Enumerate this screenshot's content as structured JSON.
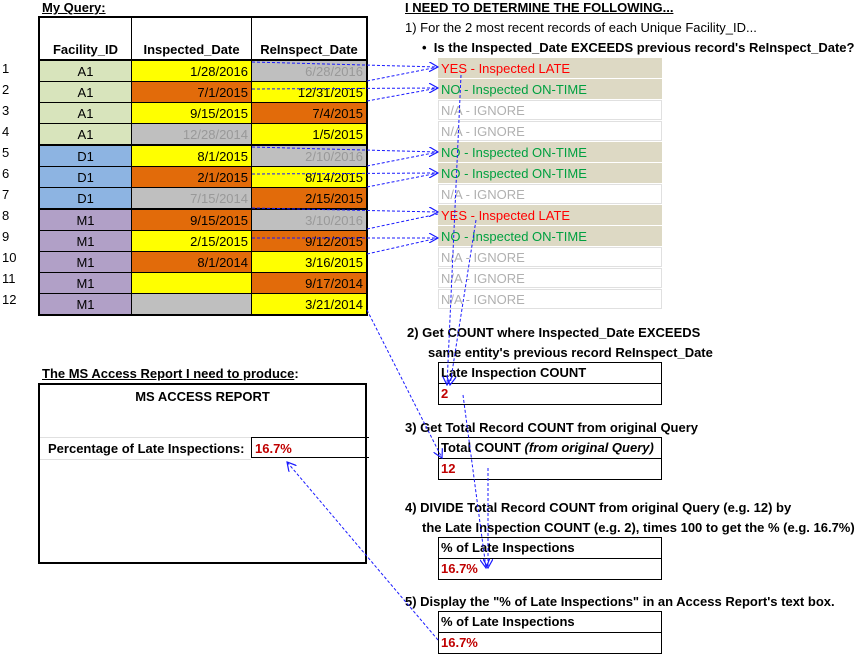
{
  "query": {
    "title": "My Query:",
    "headers": [
      "Facility_ID",
      "Inspected_Date",
      "ReInspect_Date"
    ],
    "rows": [
      {
        "num": "1",
        "fid": "A1",
        "group": "a",
        "insp": "1/28/2016",
        "insp_bg": "yellow",
        "reinsp": "6/28/2016",
        "reinsp_bg": "gray"
      },
      {
        "num": "2",
        "fid": "A1",
        "group": "a",
        "insp": "7/1/2015",
        "insp_bg": "orange",
        "reinsp": "12/31/2015",
        "reinsp_bg": "yellow"
      },
      {
        "num": "3",
        "fid": "A1",
        "group": "a",
        "insp": "9/15/2015",
        "insp_bg": "yellow",
        "reinsp": "7/4/2015",
        "reinsp_bg": "orange"
      },
      {
        "num": "4",
        "fid": "A1",
        "group": "a",
        "insp": "12/28/2014",
        "insp_bg": "gray",
        "reinsp": "1/5/2015",
        "reinsp_bg": "yellow"
      },
      {
        "num": "5",
        "fid": "D1",
        "group": "d",
        "insp": "8/1/2015",
        "insp_bg": "yellow",
        "reinsp": "2/10/2016",
        "reinsp_bg": "gray"
      },
      {
        "num": "6",
        "fid": "D1",
        "group": "d",
        "insp": "2/1/2015",
        "insp_bg": "orange",
        "reinsp": "8/14/2015",
        "reinsp_bg": "yellow"
      },
      {
        "num": "7",
        "fid": "D1",
        "group": "d",
        "insp": "7/15/2014",
        "insp_bg": "gray",
        "reinsp": "2/15/2015",
        "reinsp_bg": "orange"
      },
      {
        "num": "8",
        "fid": "M1",
        "group": "m",
        "insp": "9/15/2015",
        "insp_bg": "orange",
        "reinsp": "3/10/2016",
        "reinsp_bg": "gray"
      },
      {
        "num": "9",
        "fid": "M1",
        "group": "m",
        "insp": "2/15/2015",
        "insp_bg": "yellow",
        "reinsp": "9/12/2015",
        "reinsp_bg": "orange"
      },
      {
        "num": "10",
        "fid": "M1",
        "group": "m",
        "insp": "8/1/2014",
        "insp_bg": "orange",
        "reinsp": "3/16/2015",
        "reinsp_bg": "yellow"
      },
      {
        "num": "11",
        "fid": "M1",
        "group": "m",
        "insp": "",
        "insp_bg": "yellow",
        "reinsp": "9/17/2014",
        "reinsp_bg": "orange"
      },
      {
        "num": "12",
        "fid": "M1",
        "group": "m",
        "insp": "",
        "insp_bg": "gray",
        "reinsp": "3/21/2014",
        "reinsp_bg": "yellow"
      }
    ]
  },
  "colors": {
    "a": "#d8e4bc",
    "d": "#8db4e2",
    "m": "#b1a0c7",
    "yellow": "#ffff00",
    "orange": "#e26b0a",
    "gray": "#bfbfbf",
    "late": "#ff0000",
    "ontime": "#00a040",
    "ignore": "#b0b0b0",
    "highlight": "#ddd9c4",
    "arrow": "#1a1aff"
  },
  "instructions": {
    "title": "I NEED TO DETERMINE THE FOLLOWING...",
    "step1": "1)  For the 2 most recent records of each Unique Facility_ID...",
    "step1_bullet": "Is the Inspected_Date EXCEEDS previous record's ReInspect_Date?",
    "results": [
      {
        "text": "YES - Inspected LATE",
        "kind": "late"
      },
      {
        "text": "NO - Inspected ON-TIME",
        "kind": "ontime"
      },
      {
        "text": "N/A - IGNORE",
        "kind": "ignore"
      },
      {
        "text": "N/A - IGNORE",
        "kind": "ignore"
      },
      {
        "text": "NO - Inspected ON-TIME",
        "kind": "ontime"
      },
      {
        "text": "NO - Inspected ON-TIME",
        "kind": "ontime"
      },
      {
        "text": "N/A - IGNORE",
        "kind": "ignore"
      },
      {
        "text": "YES - Inspected LATE",
        "kind": "late"
      },
      {
        "text": "NO - Inspected ON-TIME",
        "kind": "ontime"
      },
      {
        "text": "N/A - IGNORE",
        "kind": "ignore"
      },
      {
        "text": "N/A - IGNORE",
        "kind": "ignore"
      },
      {
        "text": "N/A - IGNORE",
        "kind": "ignore"
      }
    ],
    "step2_line1": "2)  Get COUNT where Inspected_Date EXCEEDS",
    "step2_line2": "same entity's previous record ReInspect_Date",
    "box2_header": "Late Inspection COUNT",
    "box2_value": "2",
    "step3": "3)  Get Total Record COUNT from original Query",
    "box3_header": "Total COUNT ",
    "box3_header_italic": "(from original Query)",
    "box3_value": "12",
    "step4_line1": "4)  DIVIDE Total Record COUNT from original Query (e.g. 12) by",
    "step4_line2": "the Late Inspection COUNT (e.g. 2), times 100 to get the % (e.g. 16.7%)",
    "box4_header": "% of Late Inspections",
    "box4_value": "16.7%",
    "step5": "5)  Display the \"% of Late Inspections\" in an Access Report's text box.",
    "box5_header": "% of Late Inspections",
    "box5_value": "16.7%"
  },
  "report": {
    "caption": "The MS Access Report I need to produce",
    "caption_colon": ":",
    "title": "MS ACCESS REPORT",
    "label": "Percentage of Late Inspections:",
    "value": "16.7%"
  }
}
